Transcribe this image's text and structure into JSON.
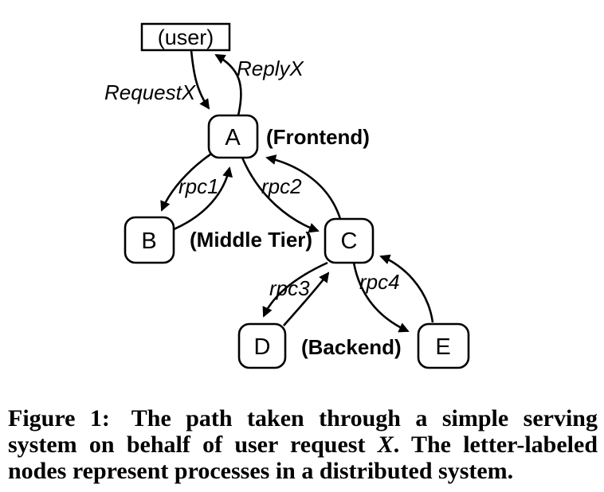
{
  "figure": {
    "type": "node-edge-diagram",
    "description_visible": "Serving system request path diagram",
    "nodes": {
      "user": {
        "label": "(user)",
        "shape": "rectangle"
      },
      "a": {
        "label": "A",
        "shape": "rounded-rectangle",
        "tier": "(Frontend)"
      },
      "b": {
        "label": "B",
        "shape": "rounded-rectangle",
        "tier": "(Middle Tier)"
      },
      "c": {
        "label": "C",
        "shape": "rounded-rectangle",
        "tier": "(Middle Tier)"
      },
      "d": {
        "label": "D",
        "shape": "rounded-rectangle",
        "tier": "(Backend)"
      },
      "e": {
        "label": "E",
        "shape": "rounded-rectangle",
        "tier": "(Backend)"
      }
    },
    "tier_labels": {
      "frontend": "(Frontend)",
      "middle": "(Middle Tier)",
      "backend": "(Backend)"
    },
    "edge_labels": {
      "request": "RequestX",
      "reply": "ReplyX",
      "rpc1": "rpc1",
      "rpc2": "rpc2",
      "rpc3": "rpc3",
      "rpc4": "rpc4"
    },
    "edges": [
      {
        "from": "user",
        "to": "A",
        "label": "RequestX"
      },
      {
        "from": "A",
        "to": "user",
        "label": "ReplyX"
      },
      {
        "from": "A",
        "to": "B",
        "label": "rpc1"
      },
      {
        "from": "B",
        "to": "A",
        "label": "rpc1"
      },
      {
        "from": "A",
        "to": "C",
        "label": "rpc2"
      },
      {
        "from": "C",
        "to": "A",
        "label": "rpc2"
      },
      {
        "from": "C",
        "to": "D",
        "label": "rpc3"
      },
      {
        "from": "D",
        "to": "C",
        "label": "rpc3"
      },
      {
        "from": "C",
        "to": "E",
        "label": "rpc4"
      },
      {
        "from": "E",
        "to": "C",
        "label": "rpc4"
      }
    ],
    "colors": {
      "ink": "#000000",
      "background": "#ffffff"
    }
  },
  "caption": {
    "label": "Figure 1:",
    "line1_rest": "The path taken through a simple serving",
    "line2_pre": "system on behalf of user request",
    "line2_var": "X",
    "line2_post": ". The letter-labeled",
    "line3": "nodes represent processes in a distributed system."
  }
}
